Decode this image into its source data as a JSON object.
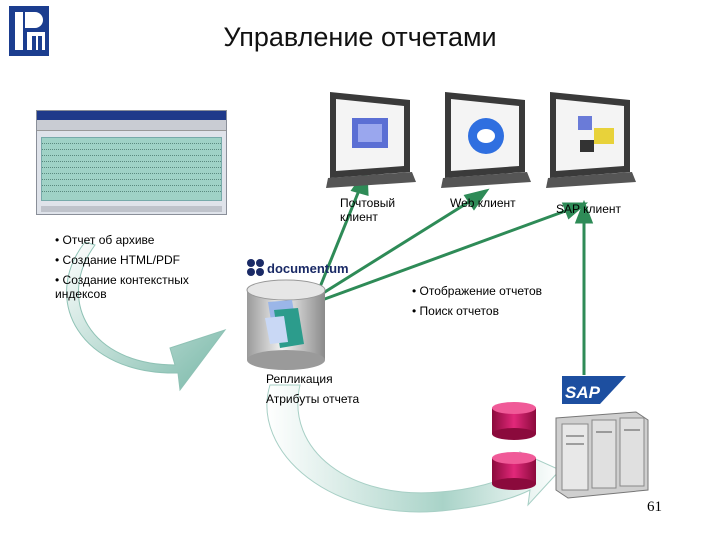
{
  "slide": {
    "title": "Управление отчетами",
    "page_number": "61"
  },
  "left_bullets": [
    "• Отчет об архиве",
    "• Создание HTML/PDF",
    "• Создание контекстных индексов"
  ],
  "clients": {
    "mail_label": "Почтовый клиент",
    "web_label": "Web клиент",
    "sap_label": "SAP клиент"
  },
  "right_bullets": [
    "• Отображение отчетов",
    "• Поиск отчетов"
  ],
  "center_bullets": [
    "Репликация",
    "Атрибуты отчета"
  ],
  "logos": {
    "documentum": "documentum",
    "sap": "SAP"
  },
  "colors": {
    "arrow_green": "#2e8b57",
    "database_gray": "#c8c8c8",
    "disk_red": "#c8105a",
    "curved_arrow": "#9ecfc3"
  }
}
